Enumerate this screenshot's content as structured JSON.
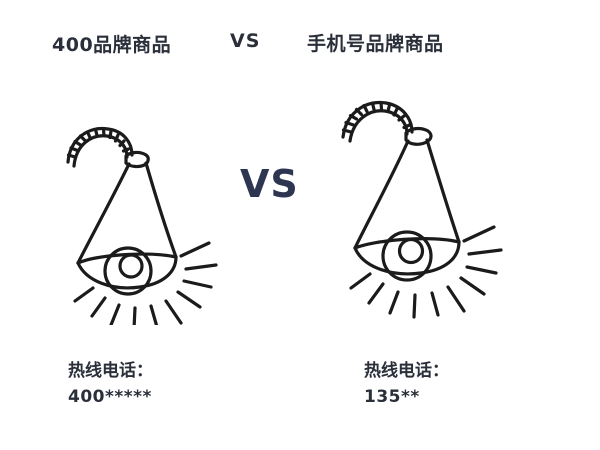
{
  "heading": {
    "left": "400品牌商品",
    "vs": "VS",
    "right": "手机号品牌商品"
  },
  "center": {
    "vs": "VS"
  },
  "illustrations": {
    "left": {
      "name": "hand-drawn-lamp-left",
      "stroke_color": "#1b1b1b"
    },
    "right": {
      "name": "hand-drawn-lamp-right",
      "stroke_color": "#1b1b1b"
    }
  },
  "captions": {
    "left": {
      "label": "热线电话：",
      "value": "400*****"
    },
    "right": {
      "label": "热线电话：",
      "value": "135**"
    }
  },
  "colors": {
    "text": "#2a2f3a",
    "vs_center": "#2d3550",
    "background": "#ffffff"
  }
}
